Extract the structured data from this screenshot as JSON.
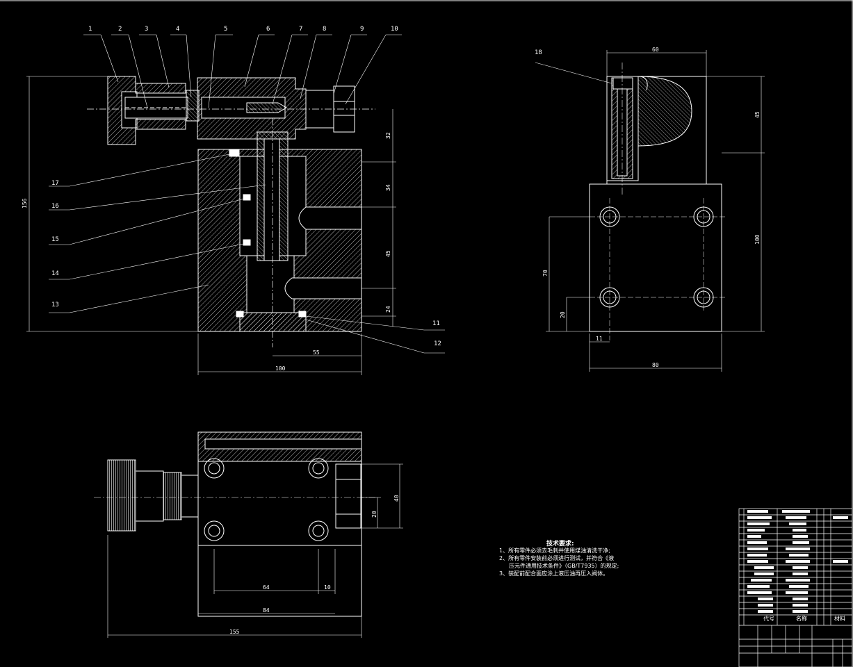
{
  "part_labels": [
    "1",
    "2",
    "3",
    "4",
    "5",
    "6",
    "7",
    "8",
    "9",
    "10",
    "11",
    "12",
    "13",
    "14",
    "15",
    "16",
    "17",
    "18"
  ],
  "dimensions": {
    "front_height": "156",
    "front_32": "32",
    "front_34": "34",
    "front_45": "45",
    "front_24": "24",
    "front_55": "55",
    "front_100": "100",
    "side_60": "60",
    "side_45": "45",
    "side_100": "100",
    "side_70": "70",
    "side_20": "20",
    "side_11": "11",
    "side_80": "80",
    "top_40": "40",
    "top_20": "20",
    "top_64": "64",
    "top_10": "10",
    "top_84": "84",
    "top_155": "155"
  },
  "tech_requirements": {
    "title": "技术要求:",
    "lines": [
      "1、所有零件必须去毛刺并使用煤油清洗干净;",
      "2、所有零件安装前必须进行测试，并符合《液",
      "压元件通用技术条件》（GB/T7935）的规定;",
      "3、装配前配合面应涂上液压油再压入阀体。"
    ]
  },
  "title_block": {
    "header_code": "代号",
    "header_name": "名称",
    "header_material": "材料"
  }
}
